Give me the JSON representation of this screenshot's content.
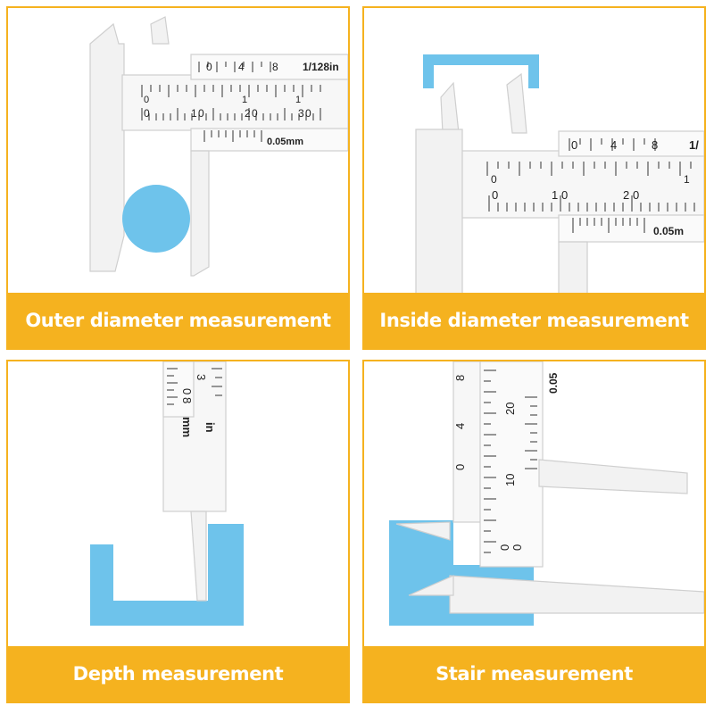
{
  "colors": {
    "frame": "#f5b21f",
    "band": "#f5b21f",
    "label_text": "#ffffff",
    "blue": "#6ec3eb",
    "tool": "#f2f2f2"
  },
  "panels": [
    {
      "label": "Outer diameter measurement",
      "scale": {
        "inch": "1/128in",
        "metric": "0.05mm",
        "inch_nums": [
          "0",
          "4",
          "8"
        ],
        "cm_nums": [
          "0",
          "1",
          "0",
          "2",
          "0",
          "3",
          "0"
        ],
        "top_nums": [
          "0",
          "1",
          "1"
        ]
      }
    },
    {
      "label": "Inside diameter measurement",
      "scale": {
        "inch": "1/",
        "metric": "0.05m",
        "inch_nums": [
          "0",
          "4",
          "8"
        ],
        "cm_nums": [
          "0",
          "1",
          "0",
          "2",
          "0"
        ],
        "top_nums": [
          "0",
          "1"
        ]
      }
    },
    {
      "label": "Depth measurement",
      "scale": {
        "in": "in",
        "mm": "mm",
        "nums": [
          "3",
          "0",
          "8"
        ]
      }
    },
    {
      "label": "Stair measurement",
      "scale": {
        "metric": "0.05",
        "nums": [
          "8",
          "4",
          "0",
          "20",
          "10",
          "0",
          "0"
        ]
      }
    }
  ]
}
